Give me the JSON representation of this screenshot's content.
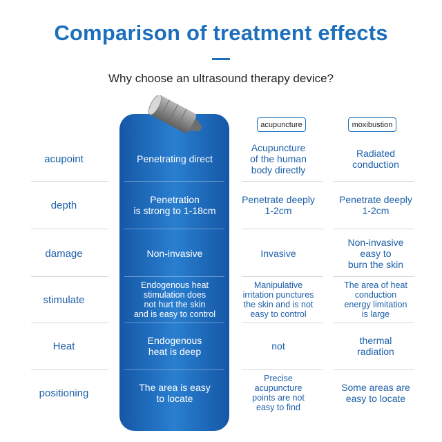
{
  "header": {
    "title": "Comparison of treatment effects",
    "subtitle": "Why choose an ultrasound therapy device?"
  },
  "columns": {
    "acupuncture": "acupuncture",
    "moxibustion": "moxibustion"
  },
  "rows": [
    {
      "label": "acupoint",
      "ours": "Penetrating direct",
      "acu": "Acupuncture\nof the human\nbody directly",
      "moxi": "Radiated\nconduction"
    },
    {
      "label": "depth",
      "ours": "Penetration\nis strong to 1-18cm",
      "acu": "Penetrate deeply\n1-2cm",
      "moxi": "Penetrate deeply\n1-2cm"
    },
    {
      "label": "damage",
      "ours": "Non-invasive",
      "acu": "Invasive",
      "moxi": "Non-invasive\neasy to\nburn the skin"
    },
    {
      "label": "stimulate",
      "ours": "Endogenous heat\nstimulation does\nnot hurt the skin\nand is easy to control",
      "acu": "Manipulative\nirritation punctures\nthe skin and is not\neasy to control",
      "moxi": "The area of heat\nconduction\nenergy limitation\nis large"
    },
    {
      "label": "Heat",
      "ours": "Endogenous\nheat is deep",
      "acu": "not",
      "moxi": "thermal\nradiation"
    },
    {
      "label": "positioning",
      "ours": "The area is easy\nto locate",
      "acu": "Precise\nacupuncture\npoints are not\neasy to find",
      "moxi": "Some areas are\neasy to locate"
    }
  ],
  "colors": {
    "brand_blue": "#1d6fbd",
    "label_blue": "#1d5fa8",
    "column_dark": "#1557a6",
    "column_light": "#2a7fd0"
  },
  "icons": {
    "device": "ultrasound-probe-icon"
  }
}
